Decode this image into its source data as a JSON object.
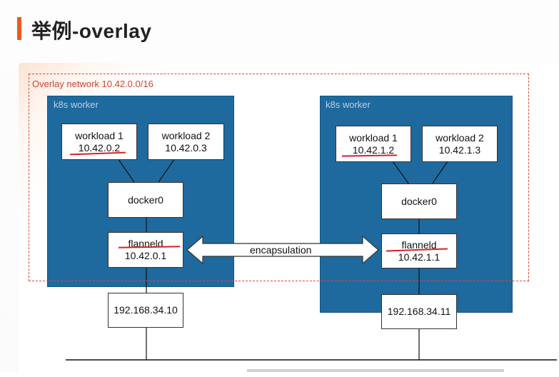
{
  "header": {
    "title": "举例-overlay"
  },
  "overlay": {
    "label": "Overlay network 10.42.0.0/16"
  },
  "workers": [
    {
      "label": "k8s worker",
      "workload1": {
        "name": "workload 1",
        "ip": "10.42.0.2"
      },
      "workload2": {
        "name": "workload 2",
        "ip": "10.42.0.3"
      },
      "bridge": "docker0",
      "flannel": {
        "name": "flanneld",
        "ip": "10.42.0.1"
      },
      "host_ip": "192.168.34.10"
    },
    {
      "label": "k8s worker",
      "workload1": {
        "name": "workload 1",
        "ip": "10.42.1.2"
      },
      "workload2": {
        "name": "workload 2",
        "ip": "10.42.1.3"
      },
      "bridge": "docker0",
      "flannel": {
        "name": "flanneld",
        "ip": "10.42.1.1"
      },
      "host_ip": "192.168.34.11"
    }
  ],
  "tunnel": {
    "label": "encapsulation"
  },
  "colors": {
    "accent": "#f05a1a",
    "worker_fill": "#1e6a9e",
    "overlay_border": "#d94a3a",
    "highlight": "#d6222a"
  }
}
